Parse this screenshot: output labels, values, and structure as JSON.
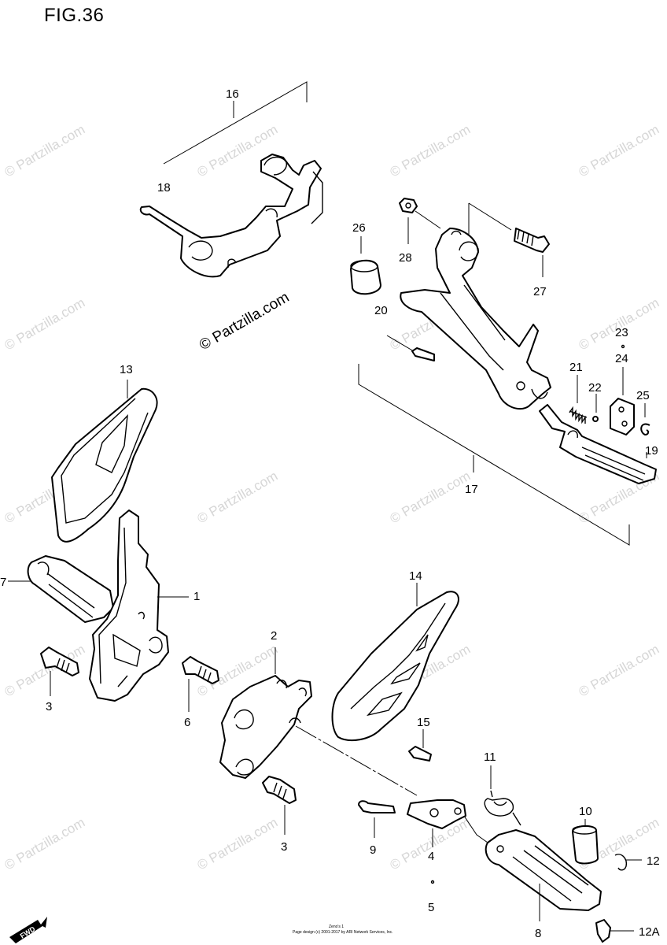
{
  "figure": {
    "title": "FIG.36"
  },
  "watermark": {
    "main_text": "© Partzilla.com",
    "repeat_text": "© Partzilla.com"
  },
  "labels": [
    {
      "id": "16",
      "text": "16"
    },
    {
      "id": "18",
      "text": "18"
    },
    {
      "id": "26",
      "text": "26"
    },
    {
      "id": "28",
      "text": "28"
    },
    {
      "id": "27",
      "text": "27"
    },
    {
      "id": "20",
      "text": "20"
    },
    {
      "id": "23",
      "text": "23"
    },
    {
      "id": "24",
      "text": "24"
    },
    {
      "id": "21",
      "text": "21"
    },
    {
      "id": "22",
      "text": "22"
    },
    {
      "id": "25",
      "text": "25"
    },
    {
      "id": "19",
      "text": "19"
    },
    {
      "id": "17",
      "text": "17"
    },
    {
      "id": "13",
      "text": "13"
    },
    {
      "id": "7",
      "text": "7"
    },
    {
      "id": "1",
      "text": "1"
    },
    {
      "id": "3a",
      "text": "3"
    },
    {
      "id": "6",
      "text": "6"
    },
    {
      "id": "2",
      "text": "2"
    },
    {
      "id": "14",
      "text": "14"
    },
    {
      "id": "15",
      "text": "15"
    },
    {
      "id": "11",
      "text": "11"
    },
    {
      "id": "3b",
      "text": "3"
    },
    {
      "id": "9",
      "text": "9"
    },
    {
      "id": "4",
      "text": "4"
    },
    {
      "id": "5",
      "text": "5"
    },
    {
      "id": "10",
      "text": "10"
    },
    {
      "id": "12",
      "text": "12"
    },
    {
      "id": "8",
      "text": "8"
    },
    {
      "id": "12A",
      "text": "12A"
    }
  ],
  "badge": {
    "text": "FWD"
  },
  "footer": {
    "line1": "Zeno's 1",
    "line2": "Page design (c) 2001-2017 by ARI Network Services, Inc."
  }
}
